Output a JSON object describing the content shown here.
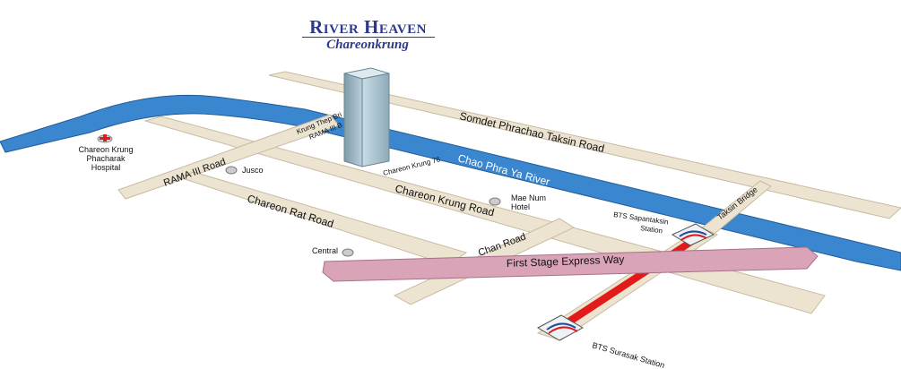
{
  "brand": {
    "name": "River Heaven",
    "subtitle": "Chareonkrung"
  },
  "colors": {
    "road": "#ece3d0",
    "road_edge": "#c8bba0",
    "river": "#3a86cf",
    "river_edge": "#1f5c98",
    "expressway": "#d9a4b8",
    "expressway_edge": "#a8708a",
    "bts_line": "#e31a1a",
    "tower": "#a9c3d0"
  },
  "roads": {
    "somdet": "Somdet Phrachao Taksin Road",
    "chareon_krung": "Chareon Krung Road",
    "chareon_rat": "Chareon Rat Road",
    "rama3": "RAMA III Road",
    "chan": "Chan Road",
    "taksin_bridge": "Taksin Bridge",
    "krung_thep_1": "Krung Thep Bri",
    "krung_thep_2": "RAMA III B",
    "soi": "Chareon Krung 76"
  },
  "river": {
    "name": "Chao Phra Ya River"
  },
  "expressway": {
    "name": "First Stage Express Way"
  },
  "landmarks": {
    "hospital_1": "Chareon Krung",
    "hospital_2": "Phacharak",
    "hospital_3": "Hospital",
    "jusco": "Jusco",
    "mae_num_1": "Mae Num",
    "mae_num_2": "Hotel",
    "central": "Central"
  },
  "stations": {
    "sapantaksin_1": "BTS Sapantaksin",
    "sapantaksin_2": "Station",
    "surasak": "BTS Surasak Station"
  }
}
